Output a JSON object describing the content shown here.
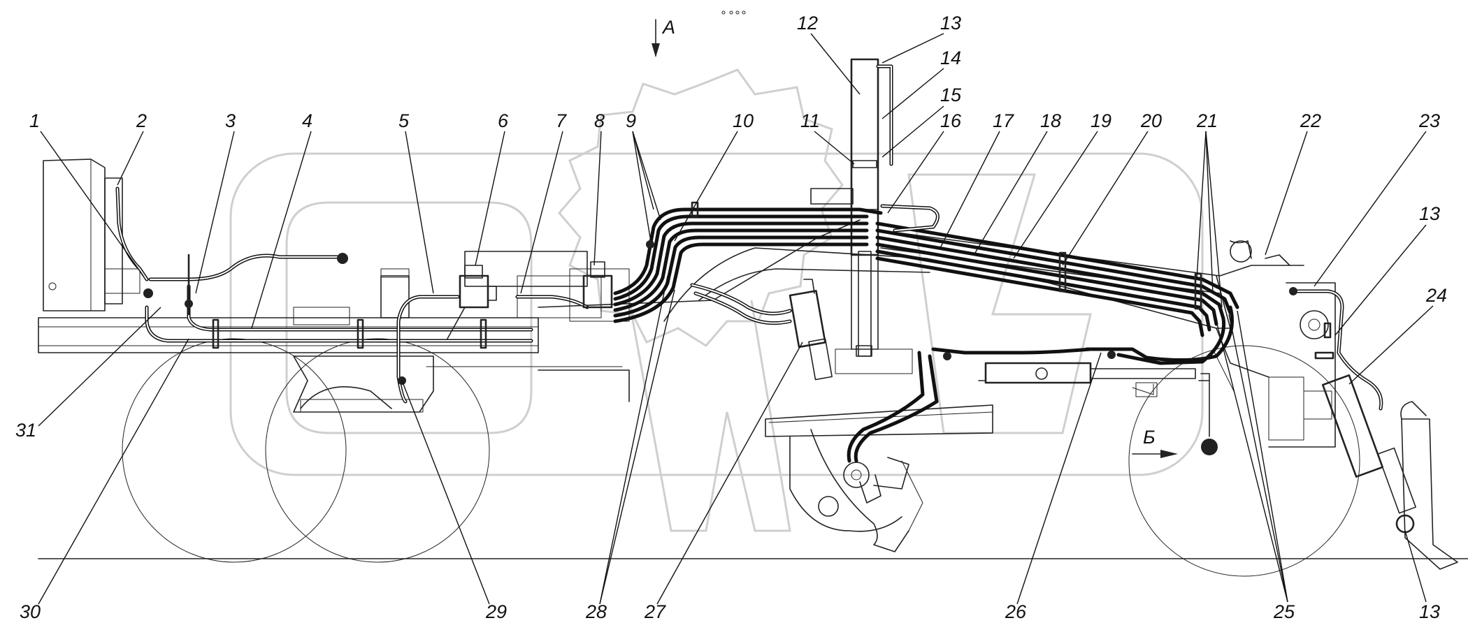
{
  "view_marks": {
    "a": "А",
    "b": "Б"
  },
  "labels": {
    "top": [
      {
        "n": "1"
      },
      {
        "n": "2"
      },
      {
        "n": "3"
      },
      {
        "n": "4"
      },
      {
        "n": "5"
      },
      {
        "n": "6"
      },
      {
        "n": "7"
      },
      {
        "n": "8"
      },
      {
        "n": "9"
      },
      {
        "n": "10"
      },
      {
        "n": "11"
      },
      {
        "n": "12"
      },
      {
        "n": "13"
      },
      {
        "n": "14"
      },
      {
        "n": "15"
      },
      {
        "n": "16"
      },
      {
        "n": "17"
      },
      {
        "n": "18"
      },
      {
        "n": "19"
      },
      {
        "n": "20"
      },
      {
        "n": "21"
      },
      {
        "n": "22"
      },
      {
        "n": "23"
      },
      {
        "n": "13"
      },
      {
        "n": "24"
      }
    ],
    "bottom": [
      {
        "n": "31"
      },
      {
        "n": "30"
      },
      {
        "n": "29"
      },
      {
        "n": "28"
      },
      {
        "n": "27"
      },
      {
        "n": "26"
      },
      {
        "n": "25"
      },
      {
        "n": "13"
      }
    ]
  },
  "colors": {
    "line": "#222222",
    "watermark": "#cfcfcf"
  }
}
